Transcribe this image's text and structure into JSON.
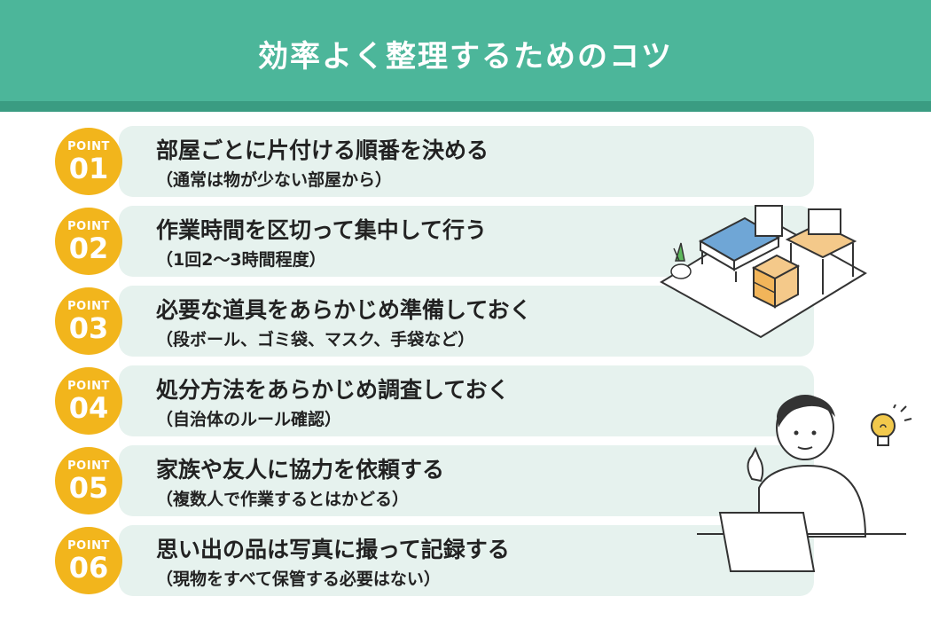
{
  "header": {
    "title": "効率よく整理するためのコツ"
  },
  "badge_label": "POINT",
  "items": [
    {
      "num": "01",
      "main": "部屋ごとに片付ける順番を決める",
      "sub": "（通常は物が少ない部屋から）"
    },
    {
      "num": "02",
      "main": "作業時間を区切って集中して行う",
      "sub": "（1回2〜3時間程度）"
    },
    {
      "num": "03",
      "main": "必要な道具をあらかじめ準備しておく",
      "sub": "（段ボール、ゴミ袋、マスク、手袋など）"
    },
    {
      "num": "04",
      "main": "処分方法をあらかじめ調査しておく",
      "sub": "（自治体のルール確認）"
    },
    {
      "num": "05",
      "main": "家族や友人に協力を依頼する",
      "sub": "（複数人で作業するとはかどる）"
    },
    {
      "num": "06",
      "main": "思い出の品は写真に撮って記録する",
      "sub": "（現物をすべて保管する必要はない）"
    }
  ],
  "colors": {
    "header": "#4cb69a",
    "header_stripe": "#3a9c82",
    "item_bg": "#e6f2ee",
    "badge": "#f2b51c"
  },
  "icons": [
    "room-illustration",
    "person-with-laptop-illustration",
    "lightbulb-icon"
  ]
}
